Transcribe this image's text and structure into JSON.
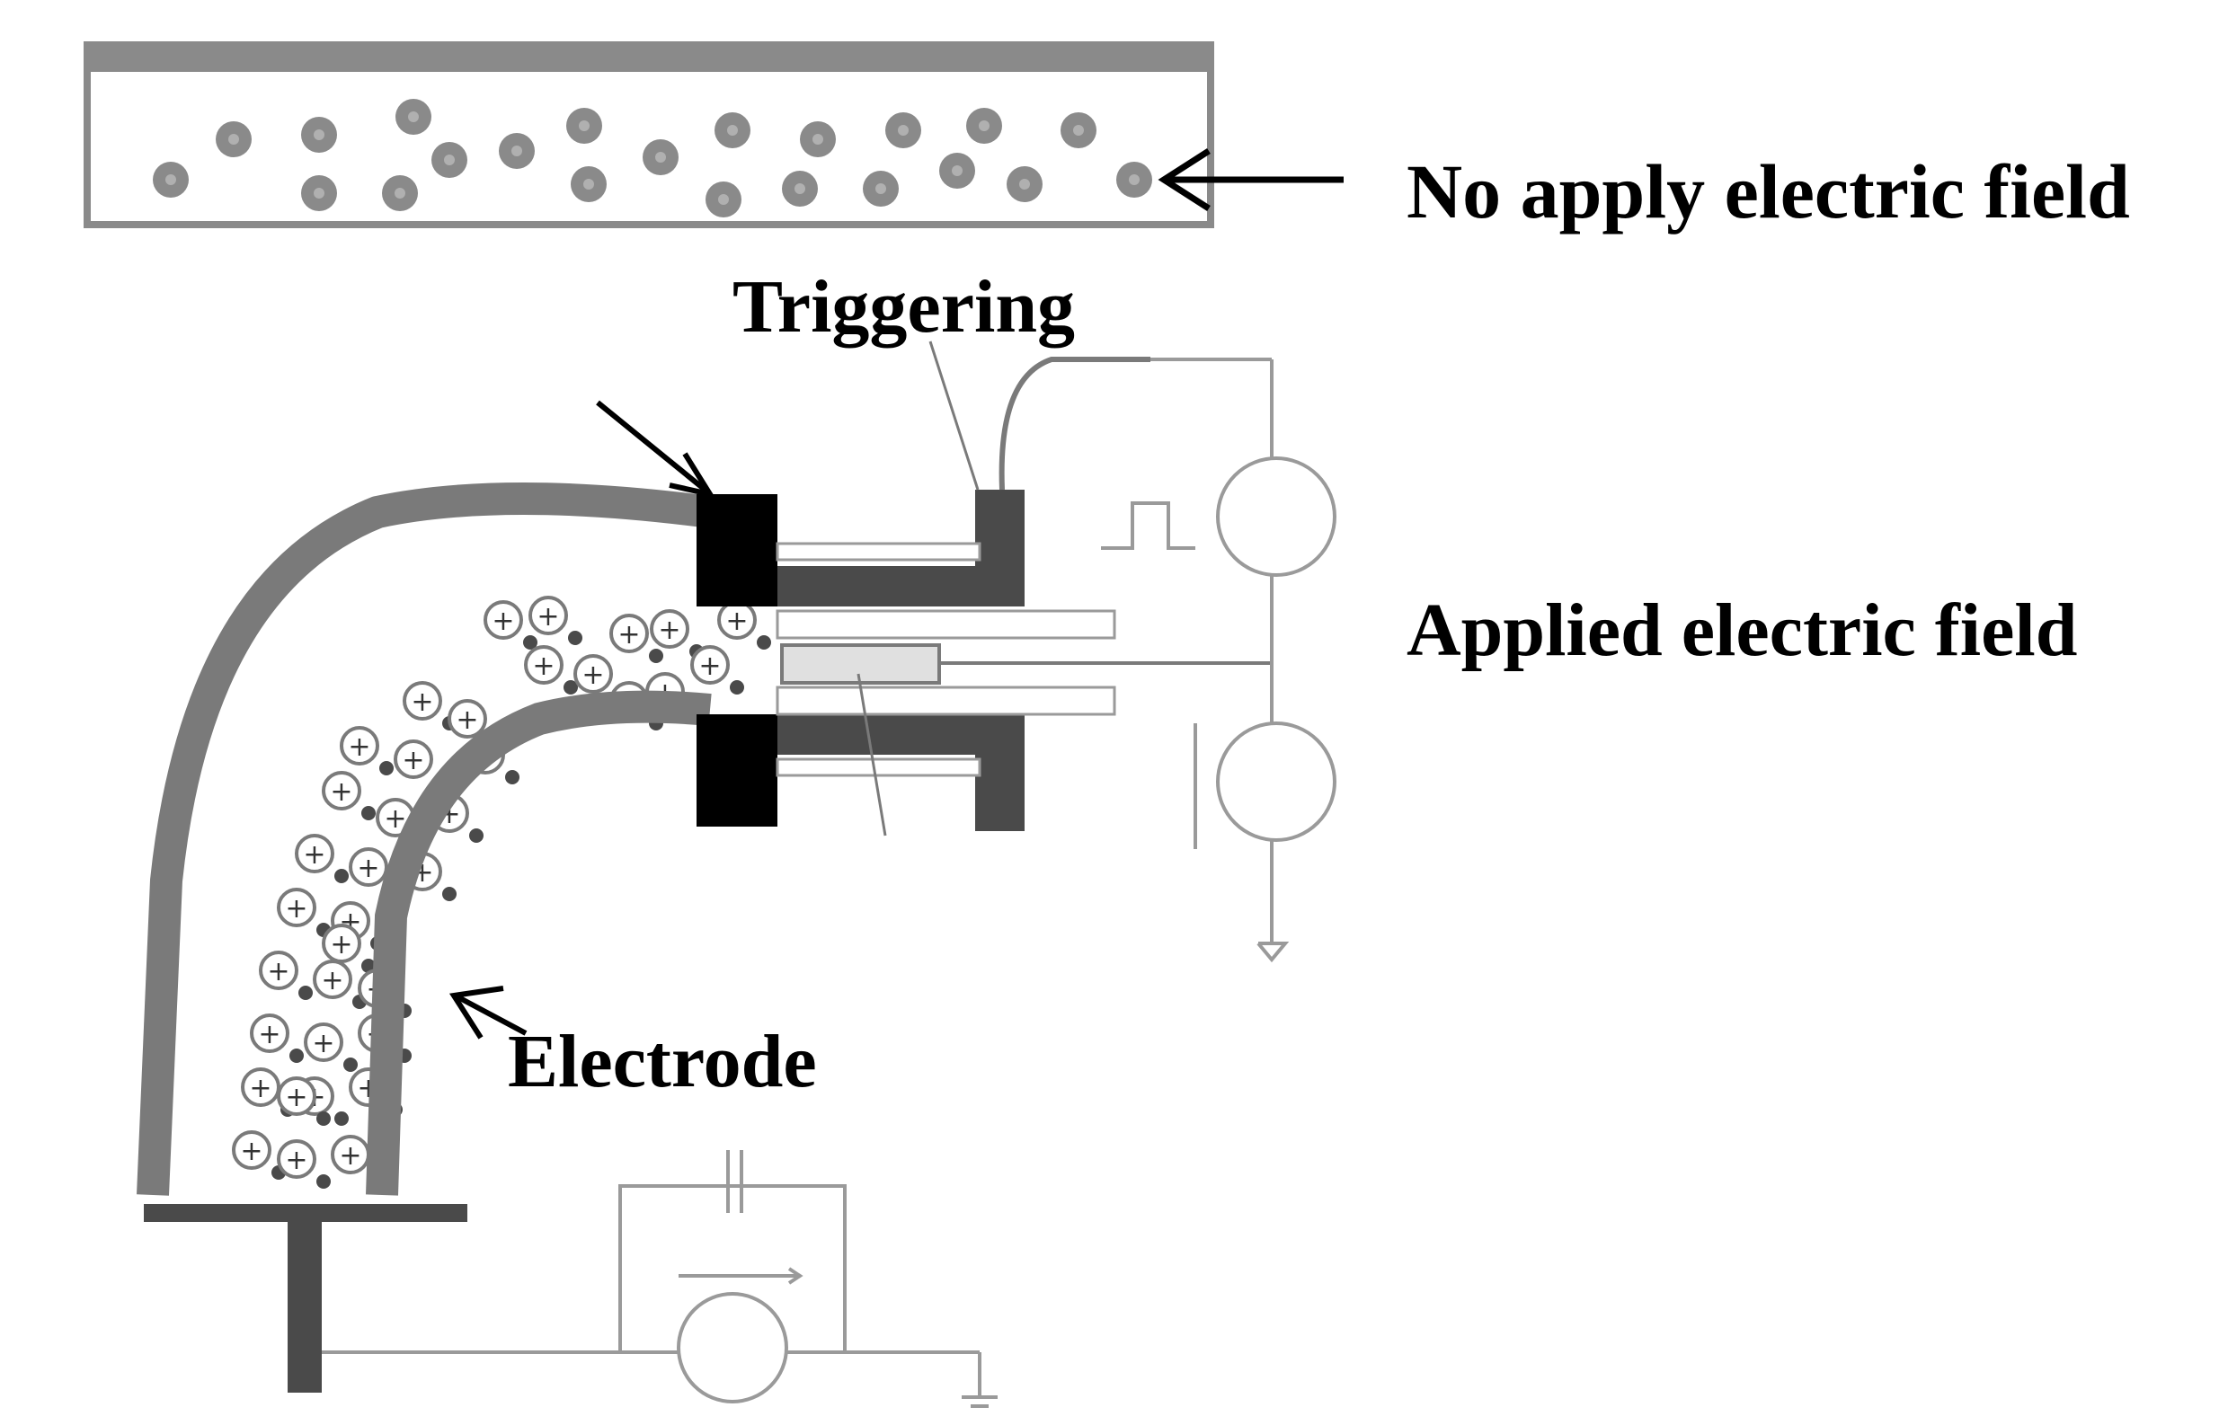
{
  "labels": {
    "no_field": "No apply electric field",
    "triggering": "Triggering",
    "applied": "Applied electric field",
    "electrode": "Electrode"
  },
  "symbols": {
    "plus": "+",
    "minus": "-"
  },
  "colors": {
    "electrode": "#7a7a7a",
    "dark": "#4a4a4a",
    "black": "#000000",
    "circuit": "#9a9a9a",
    "particle": "#8a8a8a"
  }
}
